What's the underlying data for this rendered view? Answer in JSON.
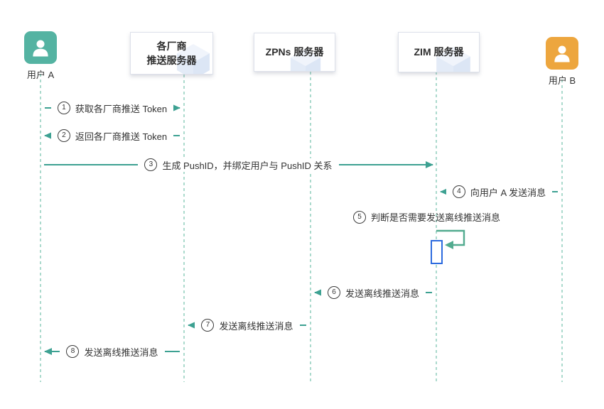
{
  "diagram_title": "offline-push-sequence-diagram",
  "colors": {
    "arrow_teal": "#3da192",
    "loop_green": "#52ab8f",
    "lifeline_teal": "#abdacd",
    "avatar_user_a": "#54b3a2",
    "avatar_user_b": "#eda63e",
    "activation_border": "#2d6bdf",
    "box_border": "#dde1ea",
    "text": "#333333"
  },
  "actors": {
    "a": {
      "label": "用户 A"
    },
    "b": {
      "label": "用户 B"
    }
  },
  "servers": [
    {
      "lines": [
        "各厂商",
        "推送服务器"
      ]
    },
    {
      "lines": [
        "ZPNs 服务器"
      ]
    },
    {
      "lines": [
        "ZIM 服务器"
      ]
    }
  ],
  "messages": [
    {
      "num": "1",
      "text": "获取各厂商推送 Token",
      "from": "用户 A",
      "to": "各厂商推送服务器",
      "direction": "right"
    },
    {
      "num": "2",
      "text": "返回各厂商推送 Token",
      "from": "各厂商推送服务器",
      "to": "用户 A",
      "direction": "left"
    },
    {
      "num": "3",
      "text": "生成 PushID，并绑定用户与 PushID 关系",
      "from": "用户 A",
      "to": "ZIM 服务器",
      "direction": "right"
    },
    {
      "num": "4",
      "text": "向用户 A 发送消息",
      "from": "用户 B",
      "to": "ZIM 服务器",
      "direction": "left"
    },
    {
      "num": "5",
      "text": "判断是否需要发送离线推送消息",
      "from": "ZIM 服务器",
      "to": "ZIM 服务器",
      "direction": "self"
    },
    {
      "num": "6",
      "text": "发送离线推送消息",
      "from": "ZIM 服务器",
      "to": "ZPNs 服务器",
      "direction": "left"
    },
    {
      "num": "7",
      "text": "发送离线推送消息",
      "from": "ZPNs 服务器",
      "to": "各厂商推送服务器",
      "direction": "left"
    },
    {
      "num": "8",
      "text": "发送离线推送消息",
      "from": "各厂商推送服务器",
      "to": "用户 A",
      "direction": "left"
    }
  ]
}
